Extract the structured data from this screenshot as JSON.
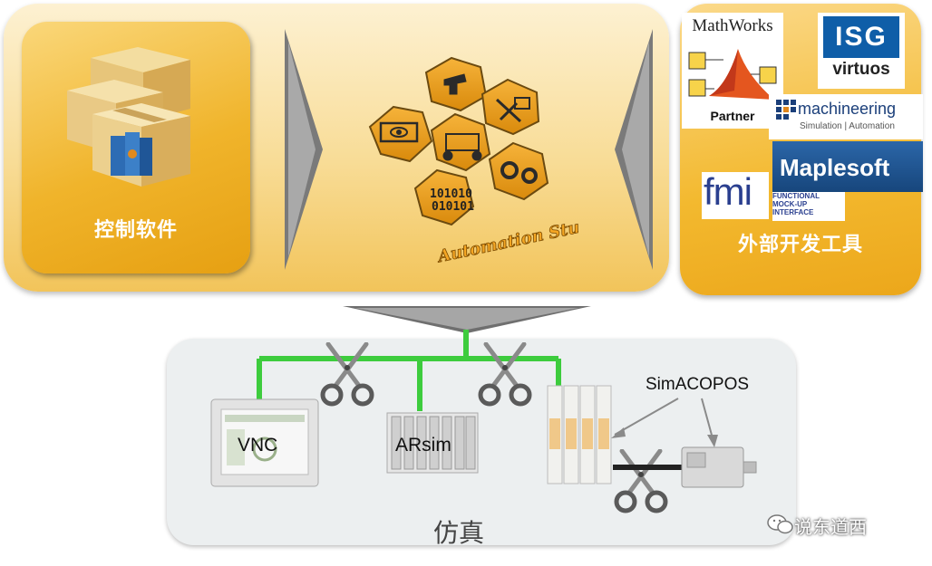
{
  "left_box": {
    "label": "控制软件",
    "icon": "package-boxes-icon"
  },
  "center": {
    "logo_text": "Automation Studio",
    "code_text": "101010\n010101"
  },
  "right_box": {
    "label": "外部开发工具",
    "logos": {
      "mathworks_title": "MathWorks",
      "mathworks_partner": "Partner",
      "isg_mark": "ISG",
      "isg_sub": "virtuos",
      "machineering_title": "machineering",
      "machineering_sub": "Simulation | Automation",
      "maplesoft_title": "Maplesoft",
      "fmi_title": "fmi",
      "fmi_desc_1": "FUNCTIONAL",
      "fmi_desc_2": "MOCK-UP",
      "fmi_desc_3": "INTERFACE"
    }
  },
  "simulation": {
    "label": "仿真",
    "devices": {
      "vnc": "VNC",
      "arsim": "ARsim",
      "simacopos": "SimACOPOS"
    }
  },
  "watermark": "说东道西",
  "colors": {
    "orange": "#f0b42b",
    "connector_green": "#3dcc3d",
    "sim_bg": "#eceff0"
  }
}
